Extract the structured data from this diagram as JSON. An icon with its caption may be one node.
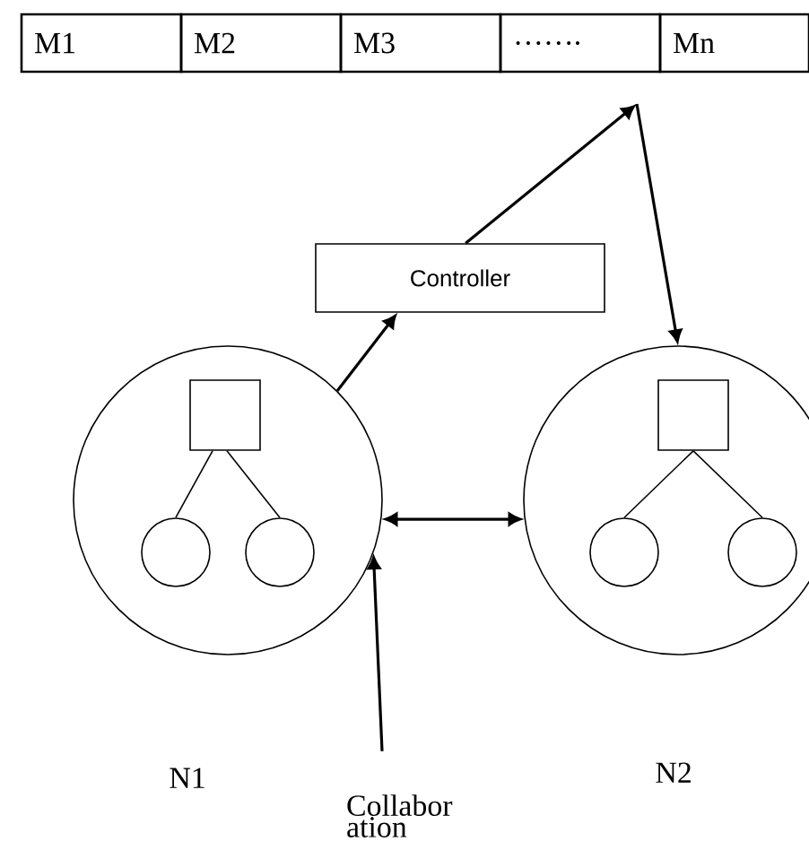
{
  "diagram": {
    "nodes": [
      {
        "text": [
          "M1"
        ]
      },
      {
        "text": [
          "M2"
        ]
      },
      {
        "text": [
          "M3"
        ]
      },
      {
        "text": [
          "……."
        ]
      },
      {
        "text": [
          "Mn"
        ]
      },
      {
        "text": [
          "Controller"
        ]
      },
      {
        "text": [],
        "shape": "circle",
        "beside": [
          "N1"
        ]
      },
      {
        "text": [],
        "shape": "box",
        "in": 6
      },
      {
        "text": [],
        "shape": "circle",
        "in": 6
      },
      {
        "text": [],
        "shape": "circle",
        "in": 6
      },
      {
        "text": [],
        "shape": "circle",
        "beside": [
          "N2"
        ]
      },
      {
        "text": [],
        "shape": "box",
        "in": 10
      },
      {
        "text": [],
        "shape": "circle",
        "in": 10
      },
      {
        "text": [],
        "shape": "circle",
        "in": 10
      },
      {
        "text": [
          "Collabor ation"
        ]
      }
    ],
    "edges": [
      {
        "from": 7,
        "to": 8,
        "arrow": "none"
      },
      {
        "from": 7,
        "to": 9,
        "arrow": "none"
      },
      {
        "from": 11,
        "to": 12,
        "arrow": "none"
      },
      {
        "from": 11,
        "to": 13,
        "arrow": "none"
      },
      {
        "from": 6,
        "to": 5,
        "arrow": "to"
      },
      {
        "from": 5,
        "to": null,
        "arrow": "to"
      },
      {
        "from": null,
        "to": 10,
        "arrow": "to"
      },
      {
        "from": 6,
        "to": 10,
        "arrow": "both"
      },
      {
        "from": 14,
        "to": 6,
        "arrow": "to"
      }
    ]
  }
}
